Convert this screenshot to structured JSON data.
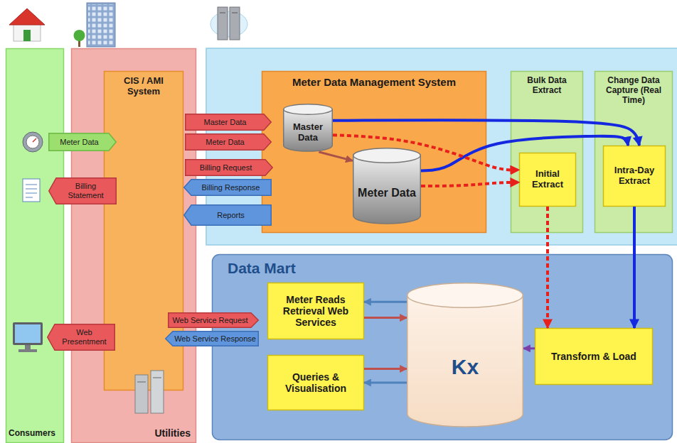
{
  "diagram": {
    "nodes": [
      {
        "text": [
          "Consumers"
        ]
      },
      {
        "text": [
          "Utilities"
        ]
      },
      {
        "text": [
          "CIS / AMI System"
        ],
        "in": 1
      },
      {
        "text": [
          "Meter Data Management System"
        ]
      },
      {
        "text": [
          "Master Data"
        ],
        "in": 3
      },
      {
        "text": [
          "Meter Data"
        ],
        "in": 3
      },
      {
        "text": [
          "Bulk Data Extract"
        ]
      },
      {
        "text": [
          "Initial Extract"
        ],
        "in": 6
      },
      {
        "text": [
          "Change Data Capture (Real Time)"
        ]
      },
      {
        "text": [
          "Intra-Day Extract"
        ],
        "in": 8
      },
      {
        "text": [
          "Meter Data"
        ]
      },
      {
        "text": [
          "Billing Statement"
        ]
      },
      {
        "text": [
          "Master Data"
        ]
      },
      {
        "text": [
          "Meter Data"
        ]
      },
      {
        "text": [
          "Billing Request"
        ]
      },
      {
        "text": [
          "Billing Response"
        ]
      },
      {
        "text": [
          "Reports"
        ]
      },
      {
        "text": [
          "Data Mart"
        ]
      },
      {
        "text": [
          "Meter Reads Retrieval Web Services"
        ],
        "in": 17
      },
      {
        "text": [
          "Queries & Visualisation"
        ],
        "in": 17
      },
      {
        "text": [
          "Kx"
        ],
        "in": 17
      },
      {
        "text": [
          "Transform & Load"
        ],
        "in": 17
      },
      {
        "text": [
          "Web Service Request"
        ]
      },
      {
        "text": [
          "Web Service Response"
        ]
      },
      {
        "text": [
          "Web Presentment"
        ]
      }
    ],
    "edges": [
      {
        "from": 4,
        "to": 5,
        "arrow": "to"
      },
      {
        "from": 4,
        "to": 9,
        "arrow": "to"
      },
      {
        "from": 5,
        "to": 9,
        "arrow": "to"
      },
      {
        "from": 4,
        "to": 7,
        "arrow": "to"
      },
      {
        "from": 5,
        "to": 7,
        "arrow": "to"
      },
      {
        "from": 7,
        "to": 21,
        "arrow": "to"
      },
      {
        "from": 9,
        "to": 21,
        "arrow": "to"
      },
      {
        "from": 21,
        "to": 20,
        "arrow": "to"
      },
      {
        "from": 18,
        "to": 20,
        "arrow": "to"
      },
      {
        "from": 20,
        "to": 18,
        "arrow": "to"
      },
      {
        "from": 19,
        "to": 20,
        "arrow": "to"
      },
      {
        "from": 20,
        "to": 19,
        "arrow": "to"
      }
    ]
  }
}
